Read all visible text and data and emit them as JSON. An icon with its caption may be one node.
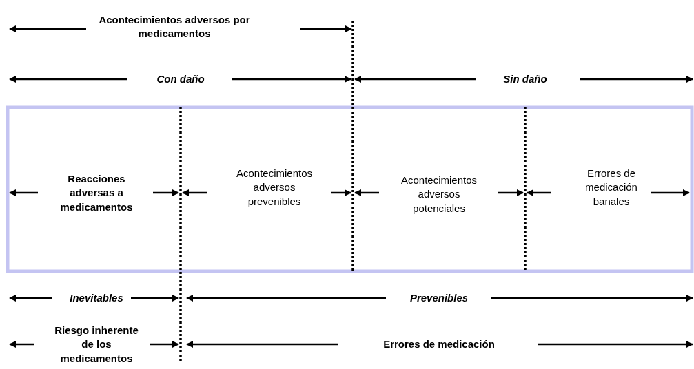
{
  "diagram": {
    "labels": [
      "Acontecimientos adversos por medicamentos",
      "Con daño",
      "Sin daño",
      "Reacciones adversas a medicamentos",
      "Acontecimientos adversos prevenibles",
      "Acontecimientos adversos potenciales",
      "Errores de medicación banales",
      "Inevitables",
      "Prevenibles",
      "Riesgo inherente de los medicamentos",
      "Errores de medicación"
    ]
  }
}
